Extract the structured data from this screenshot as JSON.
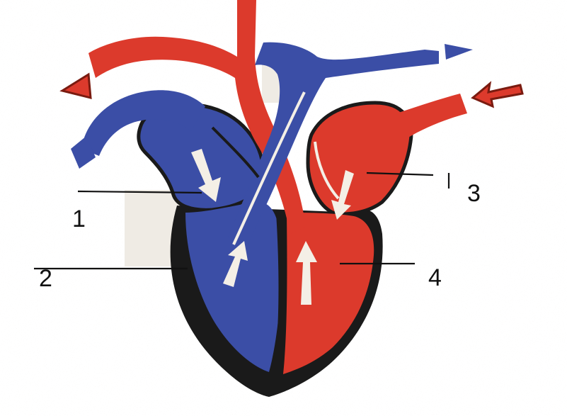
{
  "colors": {
    "oxygen_poor": "#3b4ea6",
    "oxygen_rich": "#dc3a2c",
    "wall": "#1a1a1a",
    "flow_arrow": "#f4efe6",
    "background": "#ffffff"
  },
  "labels": {
    "l1": "1",
    "l2": "2",
    "l3": "3",
    "l4": "4"
  }
}
